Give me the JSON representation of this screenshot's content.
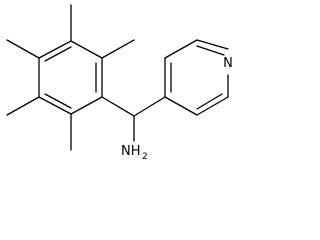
{
  "structure": {
    "atoms": {
      "amine_n": {
        "element": "N",
        "label": "NH",
        "subscript": "2"
      },
      "ring_n": {
        "element": "N",
        "label": "N"
      }
    },
    "colors": {
      "bond": "#000000",
      "text": "#000000",
      "background": "#ffffff"
    }
  }
}
